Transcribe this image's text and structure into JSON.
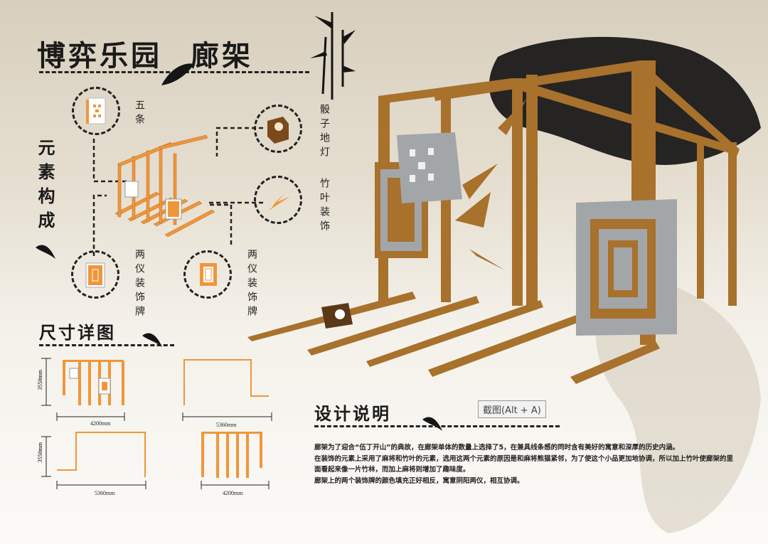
{
  "title": {
    "main": "博弈乐园",
    "sub": "廊架"
  },
  "elements": {
    "heading": "元素构成",
    "items": [
      {
        "label": "五条",
        "icon": "mahjong-tile-icon"
      },
      {
        "label": "骰子地灯",
        "icon": "dice-lamp-icon"
      },
      {
        "label": "竹叶装饰",
        "icon": "bamboo-leaf-icon"
      },
      {
        "label": "两仪装饰牌",
        "icon": "plaque-icon"
      },
      {
        "label": "两仪装饰牌",
        "icon": "plaque-icon"
      }
    ]
  },
  "dimensions": {
    "heading": "尺寸详图",
    "views": [
      {
        "height": "3550mm",
        "width": "4200mm"
      },
      {
        "width": "5360mm"
      },
      {
        "height": "3550mm",
        "width": "5360mm"
      },
      {
        "width": "4200mm"
      }
    ]
  },
  "description": {
    "heading": "设计说明",
    "paragraphs": [
      "廊架为了迎合“伍丁开山”的典故，在廊架单体的数量上选择了5，在兼具线条感的同时含有美好的寓意和深厚的历史内涵。",
      "在装饰的元素上采用了麻将和竹叶的元素，选用这两个元素的原因是和麻将熊猫紧邻，为了使这个小品更加地协调，所以加上竹叶使廊架的里面看起来像一片竹林，而加上麻将则增加了趣味度。",
      "廊架上的两个装饰牌的颜色填充正好相反，寓意阴阳两仪，相互协调。"
    ]
  },
  "screenshot_tip": "截图(Alt + A)",
  "colors": {
    "wood": "#a8712c",
    "orange": "#f0963a",
    "panel": "#a3a6a9",
    "ink": "#151515"
  }
}
